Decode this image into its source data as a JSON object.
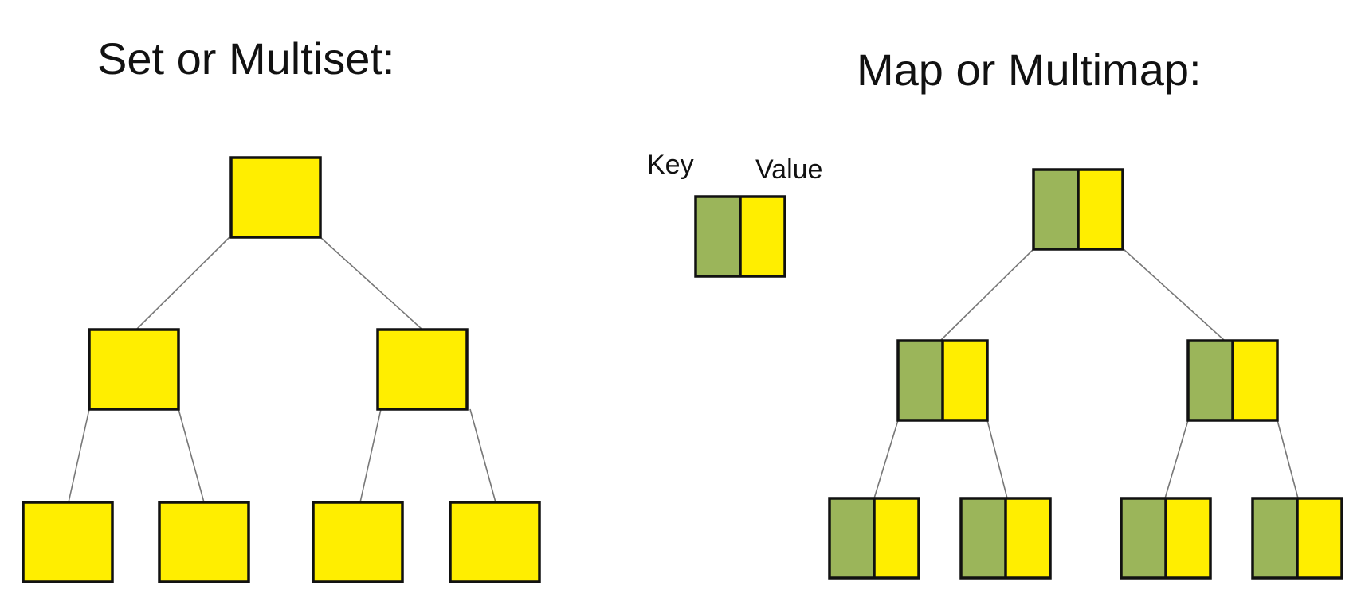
{
  "set_tree": {
    "title": "Set or Multiset:",
    "node_color": "#FFEE00"
  },
  "map_tree": {
    "title": "Map or Multimap:",
    "key_color": "#9BB55A",
    "value_color": "#FFEE00"
  },
  "legend": {
    "key_label": "Key",
    "value_label": "Value"
  },
  "colors": {
    "border": "#111111",
    "edge": "#777777"
  }
}
